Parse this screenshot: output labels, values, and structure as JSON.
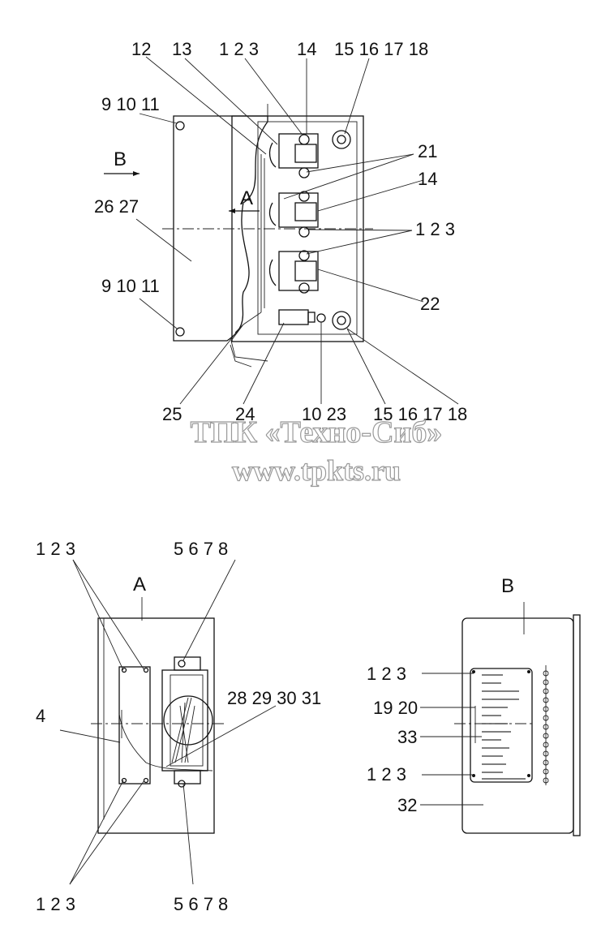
{
  "watermark": {
    "line1": "ТПК «Техно-Сиб»",
    "line2": "www.tpkts.ru"
  },
  "top_view": {
    "labels": {
      "l12": "12",
      "l13": "13",
      "l123_top": "1 2 3",
      "l14_top": "14",
      "l15_18_top": "15 16 17 18",
      "l9_11_top": "9 10 11",
      "lB": "B",
      "l21": "21",
      "l14_mid": "14",
      "lA": "A",
      "l26_27": "26 27",
      "l123_mid": "1 2 3",
      "l9_11_bot": "9 10 11",
      "l22": "22",
      "l25": "25",
      "l24": "24",
      "l10_23": "10 23",
      "l15_18_bot": "15 16 17 18"
    }
  },
  "view_a": {
    "title": "A",
    "labels": {
      "l123_tl": "1 2 3",
      "l5678_top": "5 6 7 8",
      "l4": "4",
      "l28_31": "28 29 30 31",
      "l123_bl": "1 2 3",
      "l5678_bot": "5 6 7 8"
    }
  },
  "view_b": {
    "title": "B",
    "labels": {
      "l123_a": "1 2 3",
      "l19_20": "19 20",
      "l33": "33",
      "l123_b": "1 2 3",
      "l32": "32"
    }
  }
}
